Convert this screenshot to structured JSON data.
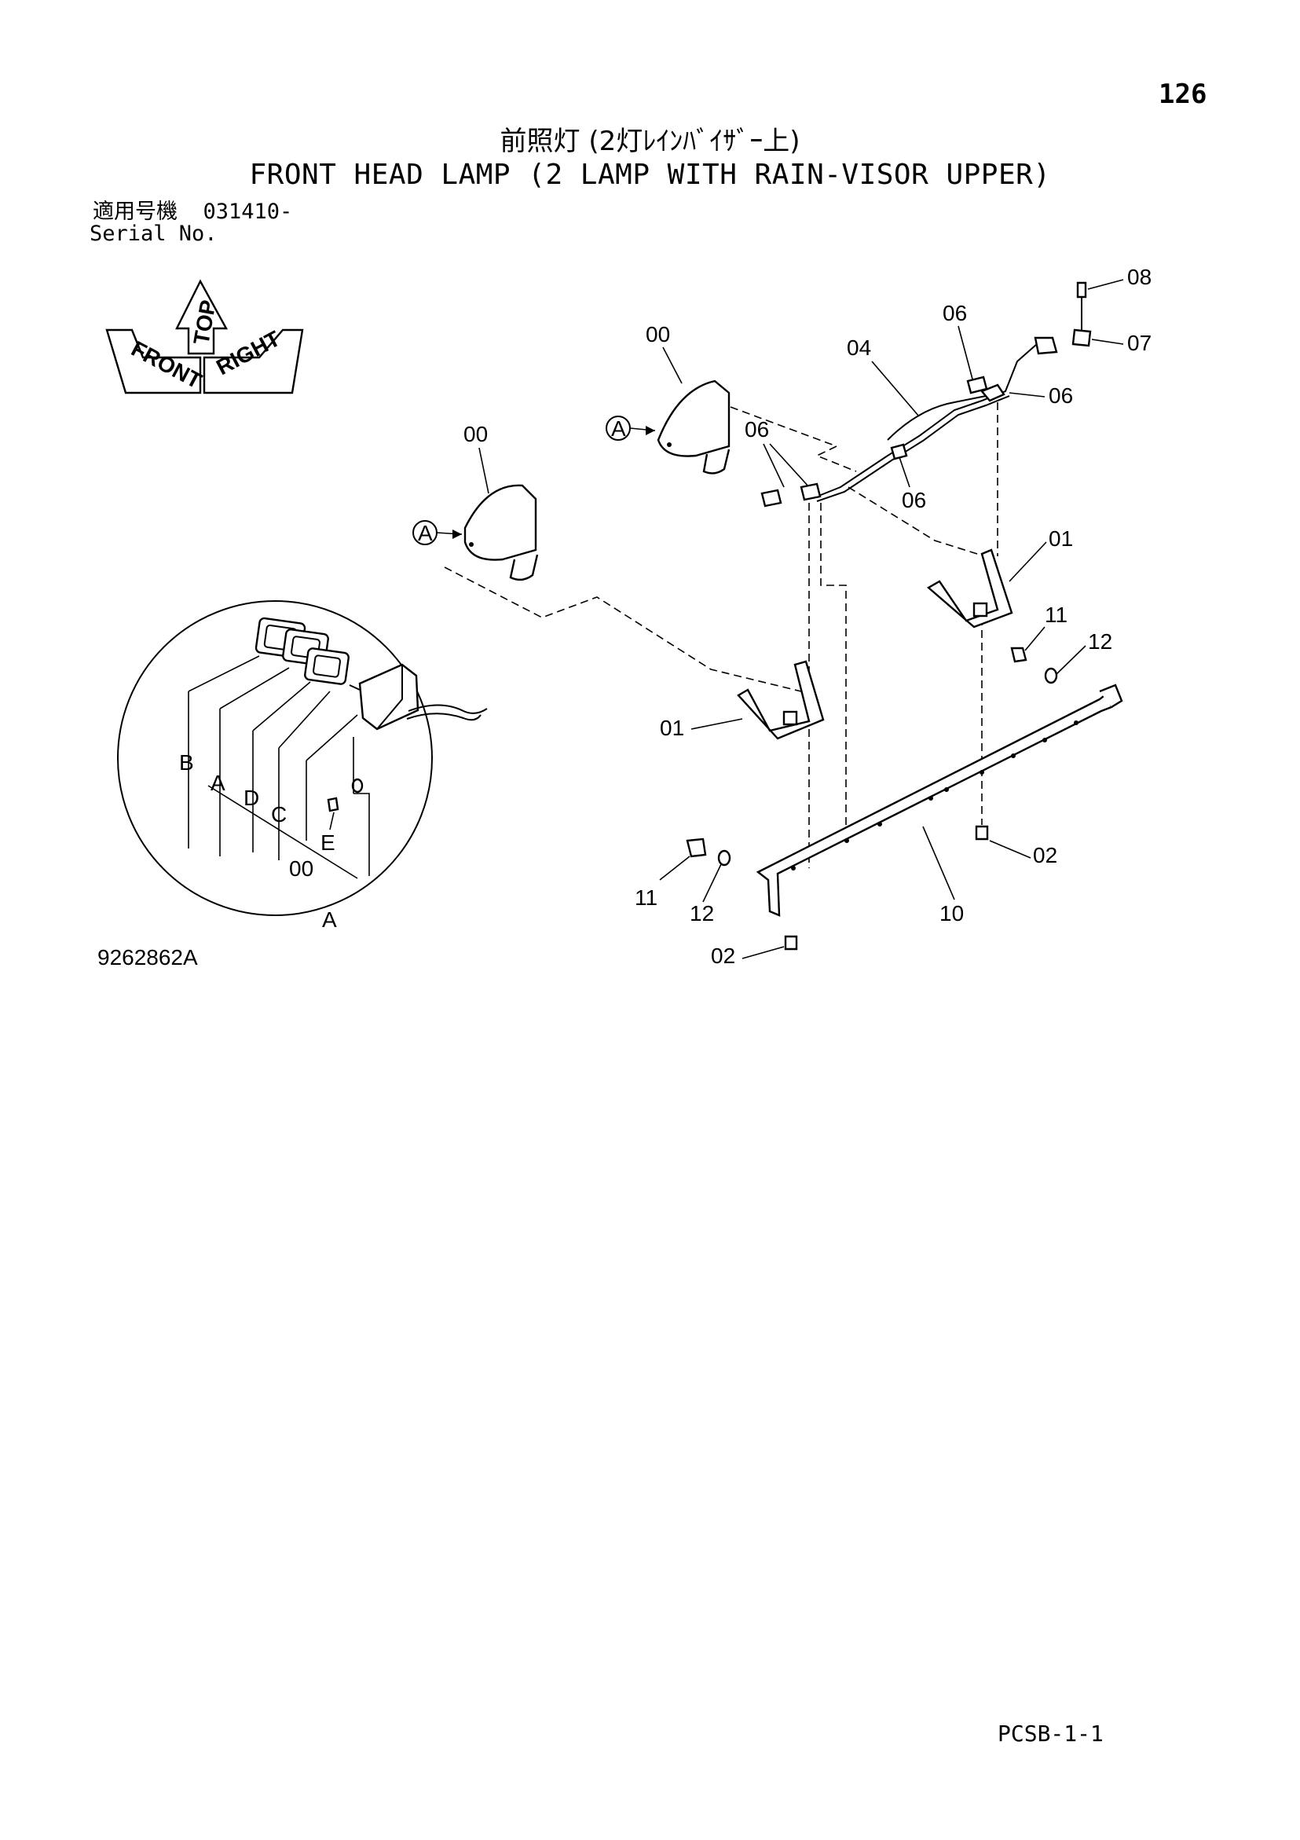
{
  "page_number": "126",
  "title_japanese": "前照灯 (2灯ﾚｲﾝﾊﾞｲｻﾞｰ上)",
  "title_english": "FRONT HEAD LAMP (2 LAMP WITH RAIN-VISOR UPPER)",
  "serial": {
    "label_japanese": "適用号機",
    "value": "031410-",
    "label_english": "Serial No."
  },
  "orientation": {
    "top": "TOP",
    "front": "FRONT",
    "right": "RIGHT"
  },
  "drawing_number": "9262862A",
  "footer_code": "PCSB-1-1",
  "callouts": {
    "head_lamp": "00",
    "bracket": "01",
    "bolt": "02",
    "harness": "04",
    "clip": "06",
    "connector": "07",
    "screw": "08",
    "bar": "10",
    "bolt_2": "11",
    "washer": "12"
  },
  "detail": {
    "ref": "A",
    "parts": [
      "B",
      "A",
      "D",
      "C",
      "E",
      "00"
    ]
  }
}
